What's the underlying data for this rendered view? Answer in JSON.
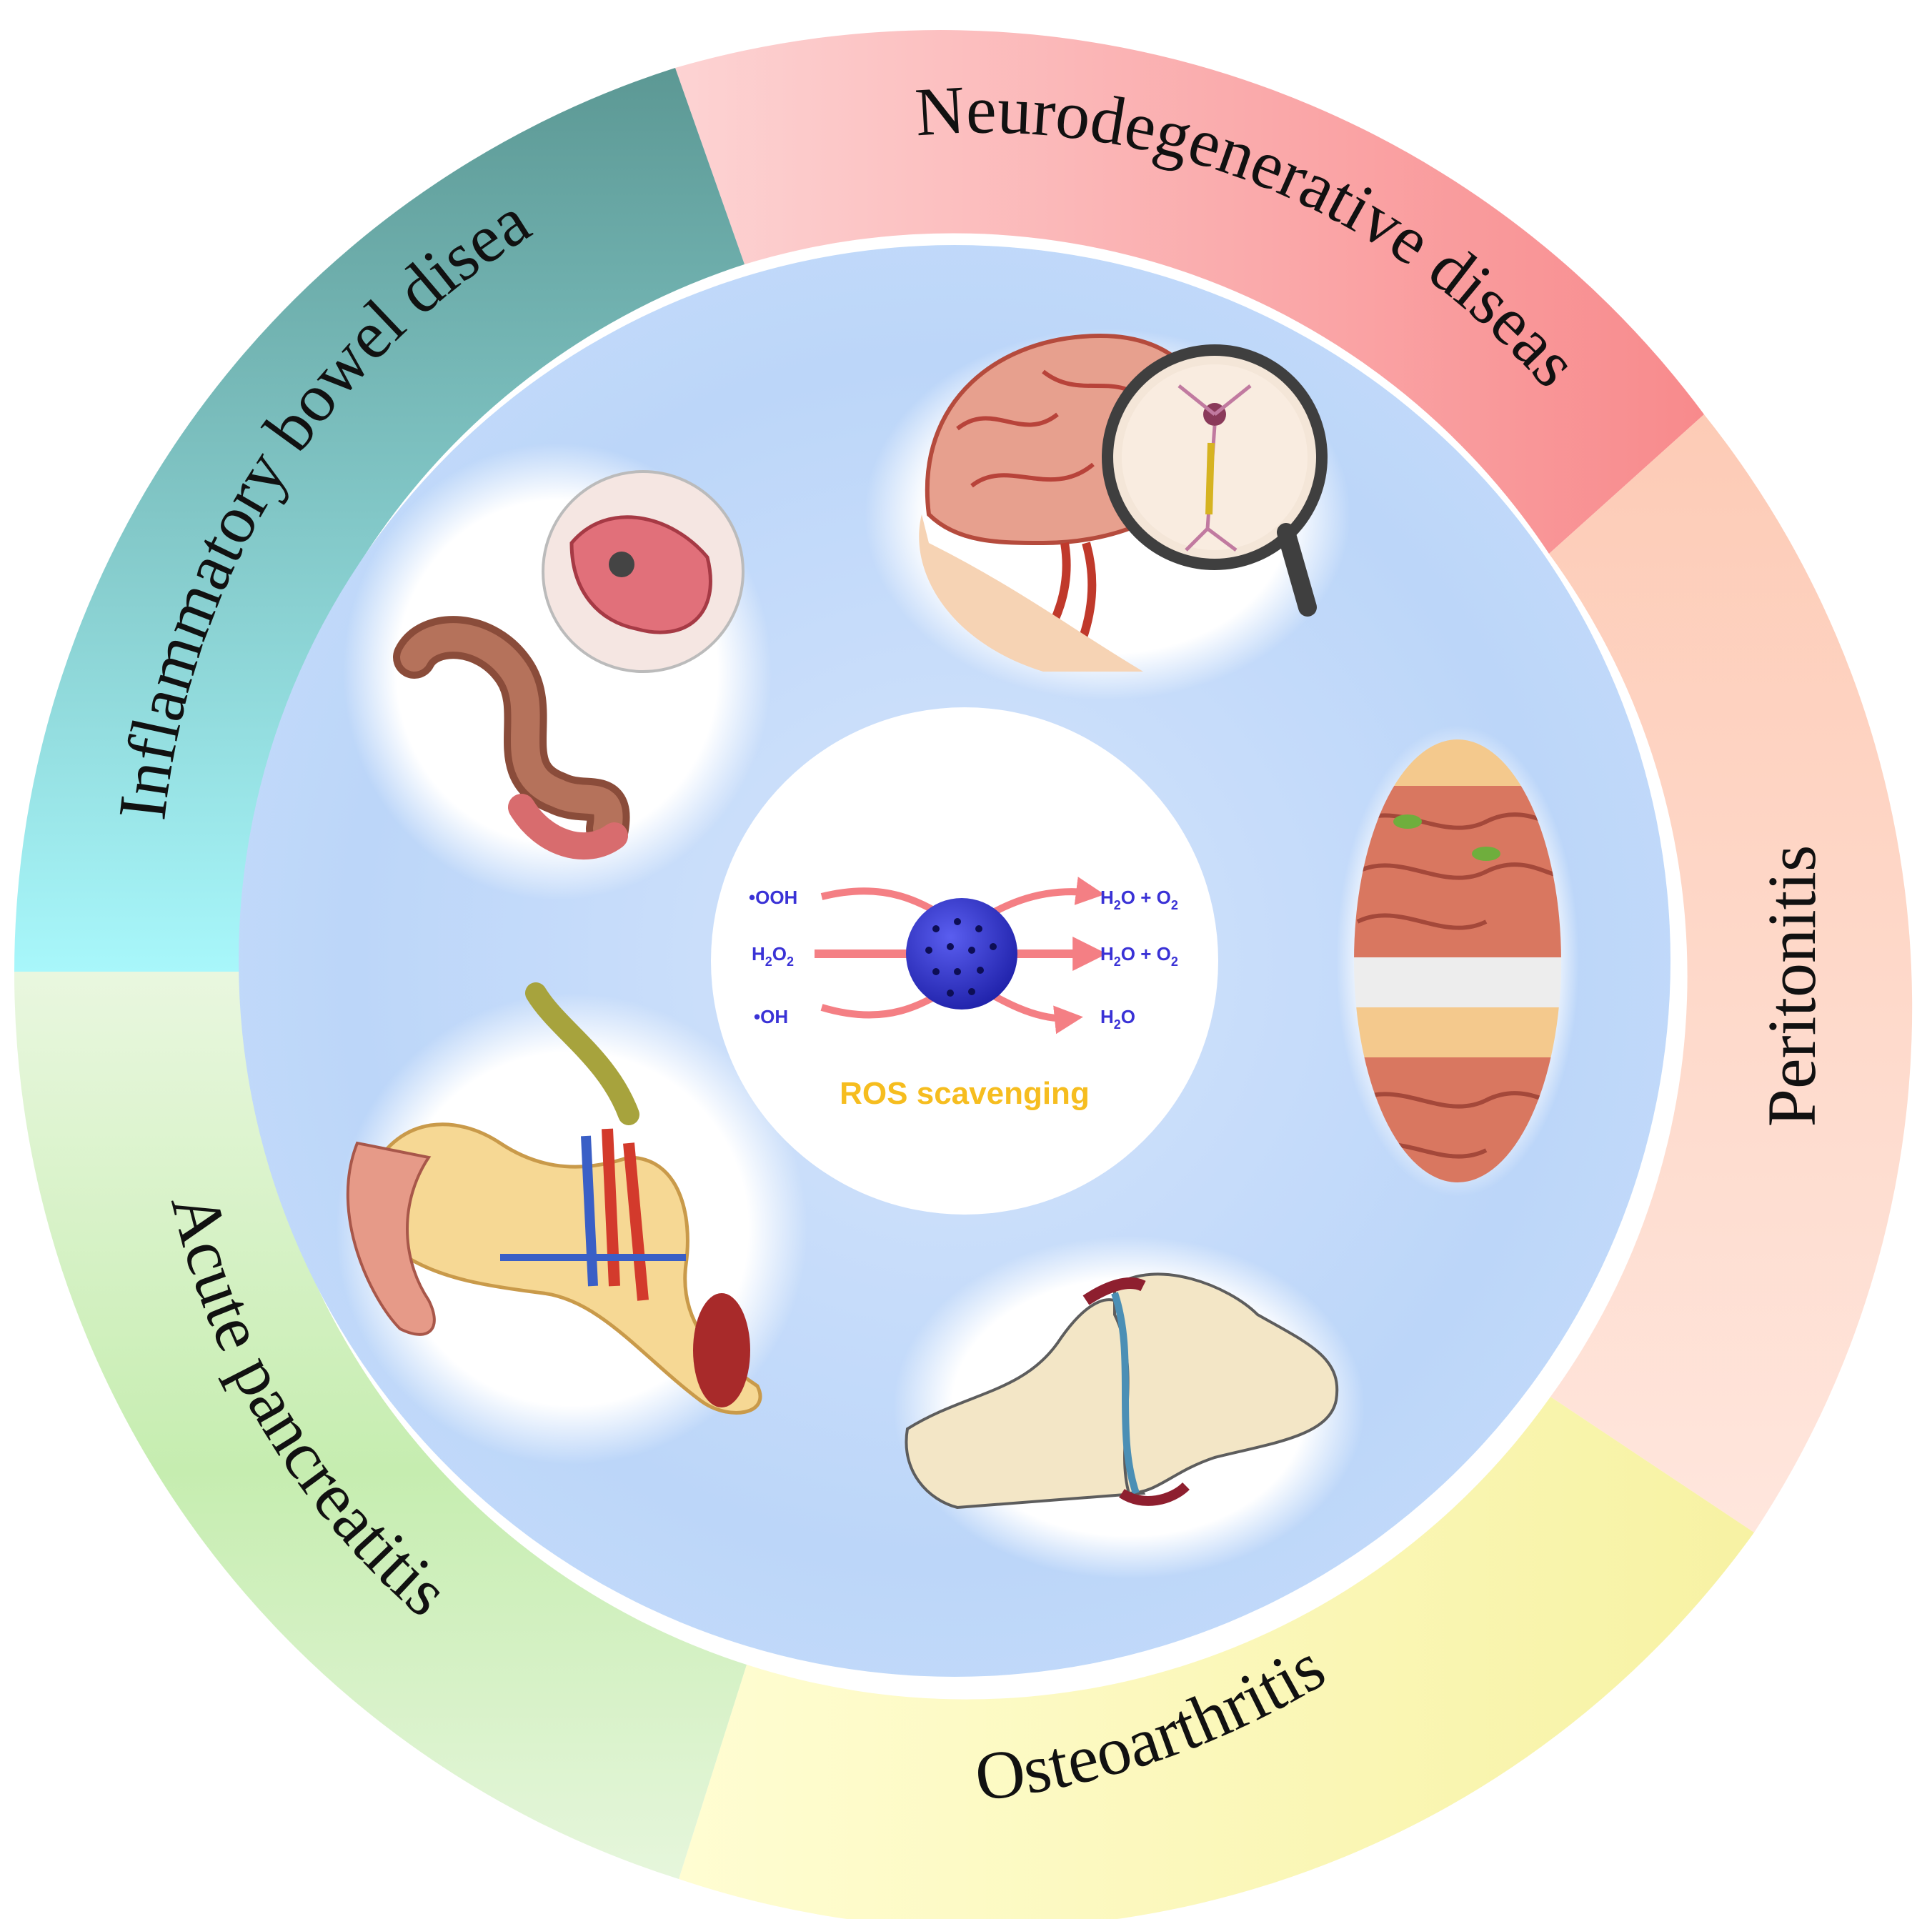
{
  "segments": [
    {
      "id": "neuro",
      "label": "Neurodegenerative disease",
      "color_start": "#fdd3d3",
      "color_end": "#f88a8c",
      "icon": "brain-magnifier-icon"
    },
    {
      "id": "peritonitis",
      "label": "Peritonitis",
      "color_start": "#fdd0bd",
      "color_end": "#ffe3d8",
      "icon": "peritoneum-intestine-icon"
    },
    {
      "id": "oa",
      "label": "Osteoarthritis",
      "color_start": "#fffbbf",
      "color_end": "#f8f3a6",
      "icon": "knee-joint-icon"
    },
    {
      "id": "pancreatitis",
      "label": "Acute pancreatitis",
      "color_start": "#c6ecb2",
      "color_end": "#e7f5dc",
      "icon": "pancreas-icon"
    },
    {
      "id": "ibd",
      "label": "Inflammatory bowel disease",
      "color_start": "#a6f5f8",
      "color_end": "#5c9b98",
      "icon": "colon-magnified-icon"
    }
  ],
  "center": {
    "title": "ROS scavenging",
    "reactants": [
      "•OOH",
      "H2O2",
      "•OH"
    ],
    "products": [
      "H2O + O2",
      "H2O + O2",
      "H2O"
    ],
    "nanoparticle_color": "#2b2fc9",
    "arrow_color": "#f47f84"
  }
}
